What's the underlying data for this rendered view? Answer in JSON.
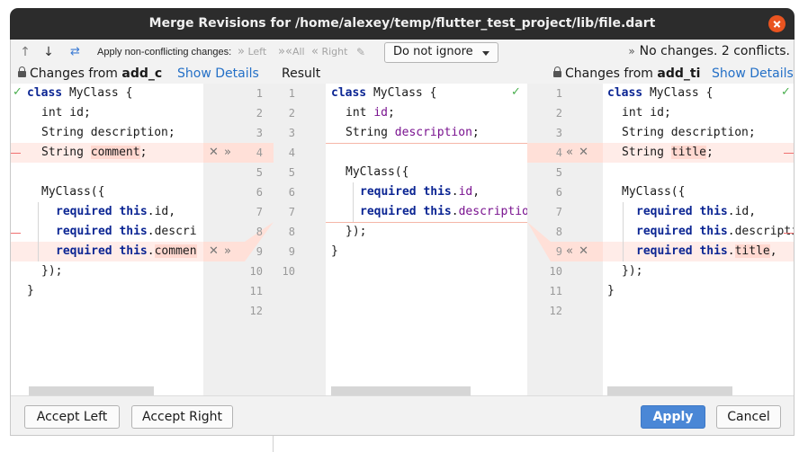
{
  "window": {
    "title": "Merge Revisions for /home/alexey/temp/flutter_test_project/lib/file.dart"
  },
  "toolbar": {
    "prev_icon": "up-arrow-icon",
    "next_icon": "down-arrow-icon",
    "apply_icon": "magic-merge-icon",
    "apply_label": "Apply non-conflicting changes:",
    "left_label": "Left",
    "all_label": "All",
    "right_label": "Right",
    "whitespace_select": "Do not ignore",
    "status": "No changes. 2 conflicts."
  },
  "panes": {
    "left": {
      "header_prefix": "Changes from",
      "branch": "add_c",
      "show_details": "Show Details"
    },
    "center": {
      "header": "Result"
    },
    "right": {
      "header_prefix": "Changes from",
      "branch": "add_ti",
      "show_details": "Show Details"
    }
  },
  "left_lines": {
    "l1": "MyClass {",
    "l2": "int id;",
    "l3": "String description;",
    "l4a": "String ",
    "l4b": "comment",
    "l4c": ";",
    "l6": "MyClass({",
    "l7b": ".id,",
    "l8b": ".descri",
    "l9b": ".",
    "l9c": "commen",
    "l10": "});",
    "l11": "}"
  },
  "center_lines": {
    "l1": "MyClass {",
    "l2a": "int ",
    "l2b": "id",
    "l2c": ";",
    "l3a": "String ",
    "l3b": "description",
    "l3c": ";",
    "l5": "MyClass({",
    "l6b": ".",
    "l6c": "id",
    "l6d": ",",
    "l7b": ".",
    "l7c": "descriptio",
    "l8": "});",
    "l9": "}"
  },
  "right_lines": {
    "l1": "MyClass {",
    "l2": "int id;",
    "l3": "String description;",
    "l4a": "String ",
    "l4b": "title",
    "l4c": ";",
    "l6": "MyClass({",
    "l7b": ".id,",
    "l8b": ".descriptio",
    "l9b": ".",
    "l9c": "title",
    "l9d": ",",
    "l10": "});",
    "l11": "}"
  },
  "keywords": {
    "class": "class",
    "required": "required",
    "this": "this"
  },
  "line_numbers": {
    "left": [
      "1",
      "2",
      "3",
      "4",
      "5",
      "6",
      "7",
      "8",
      "9",
      "10",
      "11",
      "12"
    ],
    "center": [
      "1",
      "2",
      "3",
      "4",
      "5",
      "6",
      "7",
      "8",
      "9",
      "10"
    ],
    "right": [
      "1",
      "2",
      "3",
      "4",
      "5",
      "6",
      "7",
      "8",
      "9",
      "10",
      "11",
      "12"
    ]
  },
  "conflict_controls": {
    "left_accept": "✕ »",
    "right_accept": "« ✕"
  },
  "footer": {
    "accept_left": "Accept Left",
    "accept_right": "Accept Right",
    "apply": "Apply",
    "cancel": "Cancel"
  },
  "colors": {
    "conflict": "#ffece8",
    "conflict_highlight": "#ffd8d0",
    "keyword": "#0b2593",
    "field": "#79128f",
    "primary_button": "#4a87d6"
  }
}
